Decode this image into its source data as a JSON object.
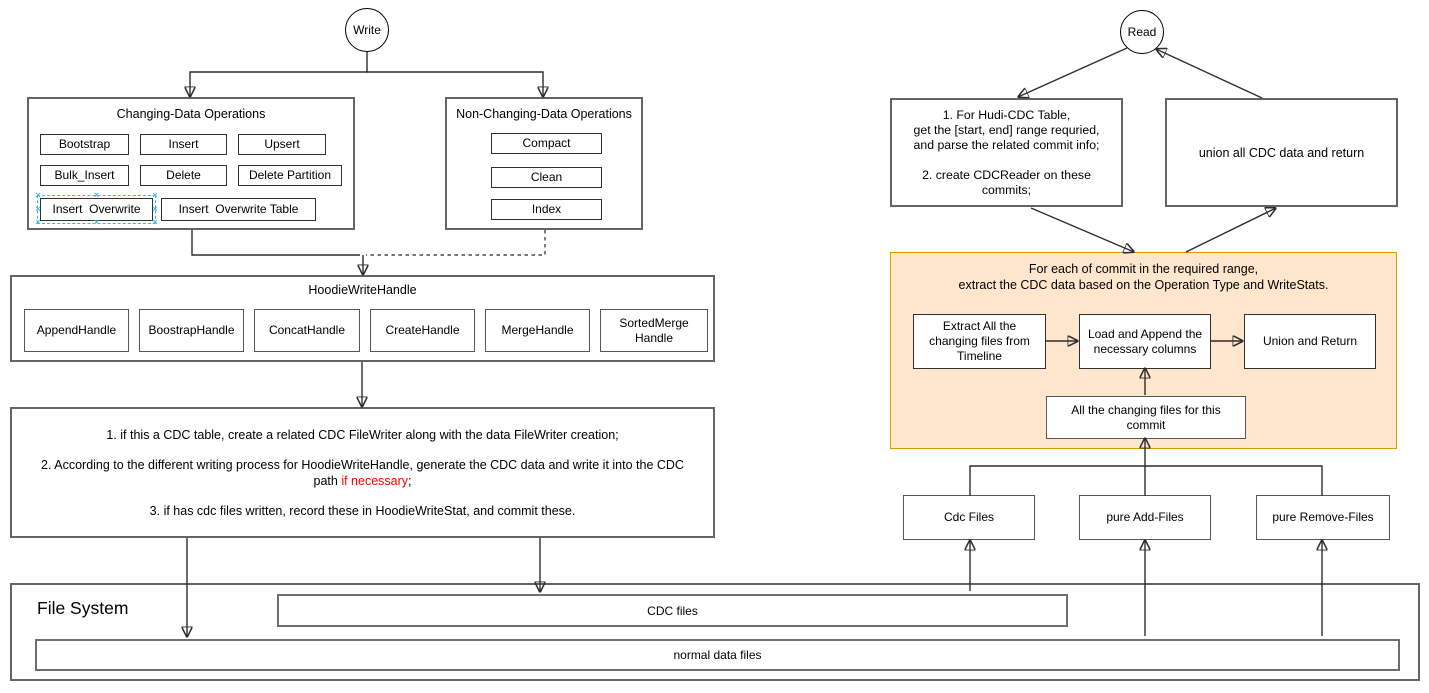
{
  "colors": {
    "per_commit_fill": "#FFE6CC",
    "per_commit_stroke": "#D79B00",
    "highlight_red": "#FF0000",
    "selection_blue": "#33B5E5"
  },
  "write_flow": {
    "entry_label": "Write",
    "changing_ops": {
      "title": "Changing-Data Operations",
      "items": [
        "Bootstrap",
        "Insert",
        "Upsert",
        "Bulk_Insert",
        "Delete",
        "Delete Partition",
        "Insert  Overwrite",
        "Insert  Overwrite Table"
      ]
    },
    "non_changing_ops": {
      "title": "Non-Changing-Data Operations",
      "items": [
        "Compact",
        "Clean",
        "Index"
      ]
    },
    "write_handle": {
      "title": "HoodieWriteHandle",
      "items": [
        "AppendHandle",
        "BoostrapHandle",
        "ConcatHandle",
        "CreateHandle",
        "MergeHandle",
        "SortedMerge\nHandle"
      ]
    },
    "cdc_write_steps": {
      "step1": "1. if this a CDC table, create a related CDC FileWriter along with the data FileWriter creation;",
      "step2_line1": "2. According to the different writing process for HoodieWriteHandle, generate the CDC data and write it into the CDC",
      "step2_line2_prefix": "path ",
      "step2_line2_highlight": "if necessary",
      "step2_line2_suffix": ";",
      "step3": "3. if has cdc files written, record these in HoodieWriteStat, and commit these."
    }
  },
  "read_flow": {
    "entry_label": "Read",
    "prepare_box": "1. For Hudi-CDC Table,\nget the [start, end] range requried,\nand parse the related commit info;\n\n2. create CDCReader on these\ncommits;",
    "union_box": "union all CDC data and return",
    "per_commit": {
      "title": "For each of commit in the required range,\nextract the CDC data based on the Operation Type and WriteStats.",
      "extract_box": "Extract All the\nchanging files from\nTimeline",
      "load_box": "Load and Append the\nnecessary columns",
      "union_return_box": "Union and Return",
      "changing_files_box": "All the changing files for this\ncommit"
    },
    "file_groups": [
      "Cdc Files",
      "pure Add-Files",
      "pure Remove-Files"
    ]
  },
  "file_system": {
    "title": "File System",
    "cdc_files_label": "CDC files",
    "normal_files_label": "normal data files"
  }
}
